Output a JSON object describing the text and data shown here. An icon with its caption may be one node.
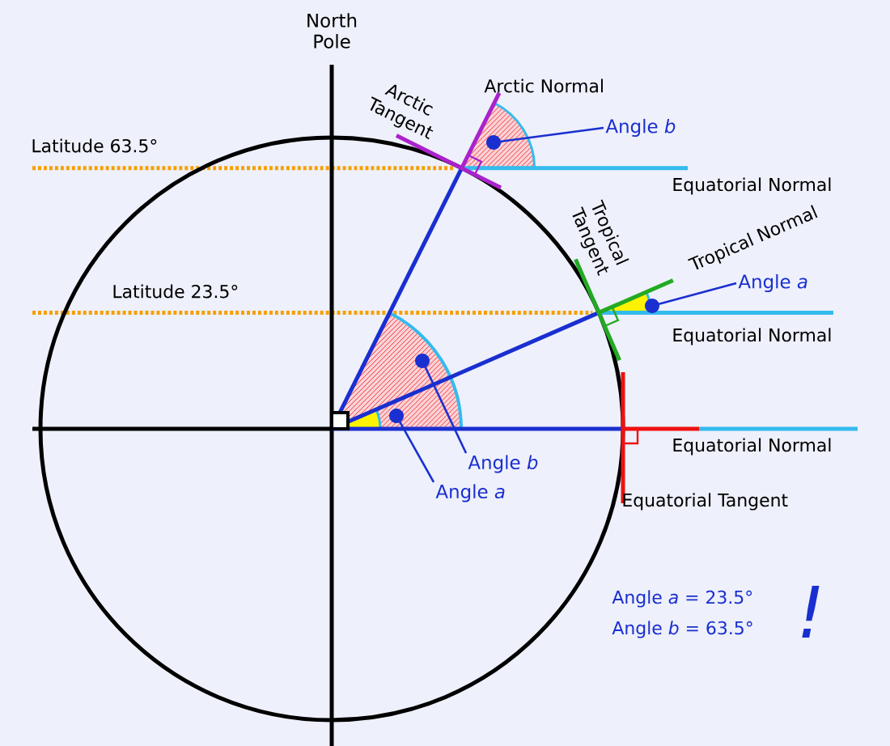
{
  "diagram": {
    "nodes": [
      {
        "text": [
          "Angle *b*"
        ]
      },
      {
        "text": [
          "Angle *a*"
        ]
      },
      {
        "text": [
          "Angle *b*"
        ]
      },
      {
        "text": [
          "Angle *a*"
        ]
      },
      {
        "text": [],
        "shape": "circle"
      },
      {
        "text": [],
        "shape": "circle"
      },
      {
        "text": [],
        "shape": "circle"
      },
      {
        "text": [],
        "shape": "circle"
      }
    ],
    "edges": [
      {
        "from": 0,
        "to": 4,
        "arrow": "none"
      },
      {
        "from": 1,
        "to": 5,
        "arrow": "none"
      },
      {
        "from": 2,
        "to": 6,
        "arrow": "none"
      },
      {
        "from": 3,
        "to": 7,
        "arrow": "none"
      }
    ],
    "labels": [
      "North Pole",
      "Latitude 63.5°",
      "Latitude 23.5°",
      "Arctic Normal",
      "Arctic Tangent",
      "Equatorial Normal",
      "Tropical Tangent",
      "Tropical Normal",
      "Equatorial Normal",
      "Equatorial Normal",
      "Equatorial Tangent",
      "Angle *a* = 23.5°",
      "Angle *b* = 63.5°",
      "!"
    ]
  }
}
